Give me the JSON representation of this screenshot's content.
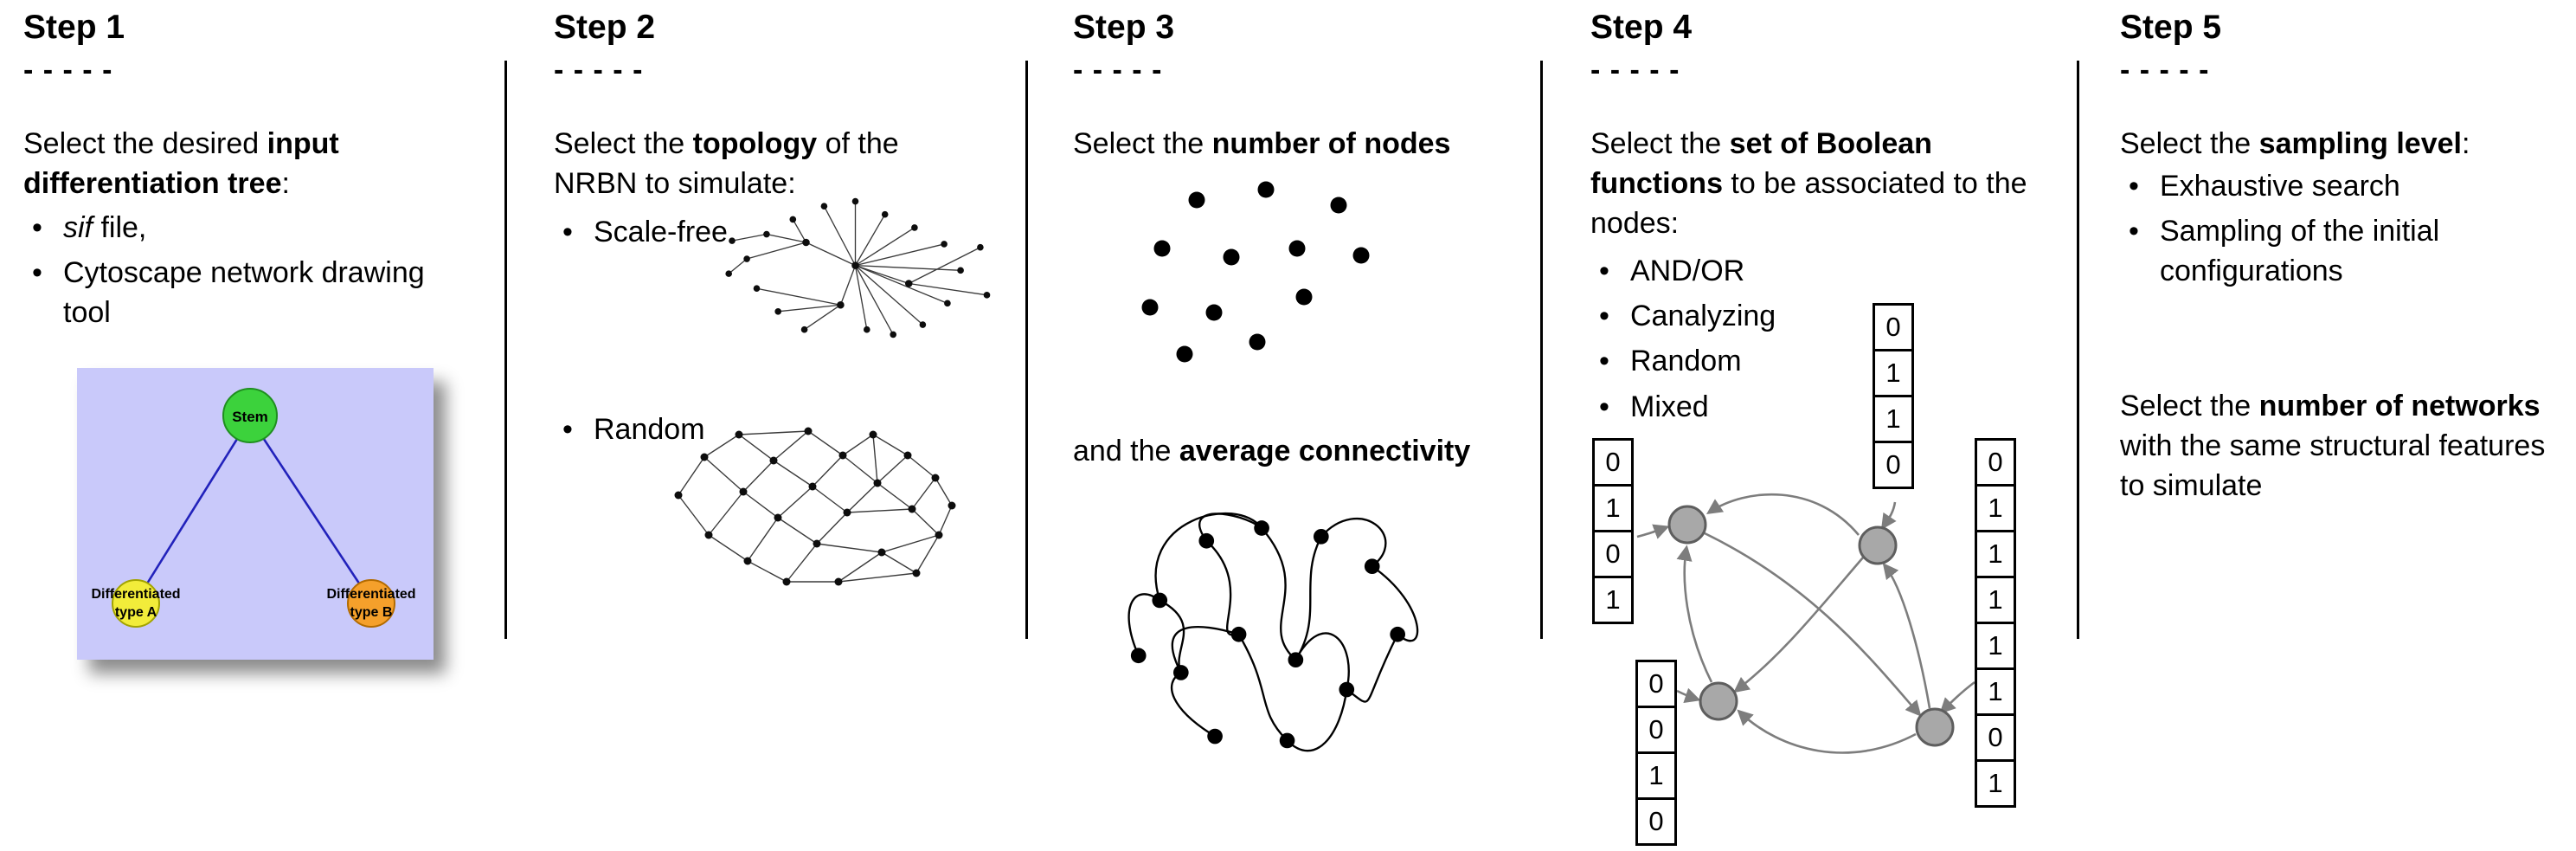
{
  "figure": {
    "steps": [
      {
        "title": "Step 1",
        "dashes": "- - - - -",
        "intro": [
          {
            "t": "Select the desired "
          },
          {
            "t": "input differentiation tree",
            "b": true
          },
          {
            "t": ":"
          }
        ],
        "bullets": [
          [
            {
              "t": "sif",
              "i": true
            },
            {
              "t": " file,"
            }
          ],
          [
            {
              "t": "Cytoscape network drawing tool"
            }
          ]
        ],
        "tree": {
          "stem_label": "Stem",
          "type_a_line1": "Differentiated",
          "type_a_line2": "type A",
          "type_b_line1": "Differentiated",
          "type_b_line2": "type B",
          "colors": {
            "panel_background": "#c9c9fa",
            "stem_fill": "#3cd23c",
            "type_a_fill": "#f2ec3a",
            "type_b_fill": "#f5a02b",
            "edge_stroke": "#2222bb"
          }
        }
      },
      {
        "title": "Step 2",
        "dashes": "- - - - -",
        "intro": [
          {
            "t": "Select the "
          },
          {
            "t": "topology",
            "b": true
          },
          {
            "t": " of the NRBN to simulate:"
          }
        ],
        "bullets": [
          [
            {
              "t": "Scale-free"
            }
          ],
          [
            {
              "t": "Random"
            }
          ]
        ]
      },
      {
        "title": "Step 3",
        "dashes": "- - - - -",
        "intro": [
          {
            "t": "Select the "
          },
          {
            "t": "number of nodes",
            "b": true
          }
        ],
        "connectivity_caption": [
          {
            "t": "and the "
          },
          {
            "t": "average connectivity",
            "b": true
          }
        ]
      },
      {
        "title": "Step 4",
        "dashes": "- - - - -",
        "intro": [
          {
            "t": "Select the "
          },
          {
            "t": "set of Boolean functions",
            "b": true
          },
          {
            "t": " to be associated to the nodes:"
          }
        ],
        "bullets": [
          [
            {
              "t": "AND/OR"
            }
          ],
          [
            {
              "t": "Canalyzing"
            }
          ],
          [
            {
              "t": "Random"
            }
          ],
          [
            {
              "t": "Mixed"
            }
          ]
        ],
        "boolean_tables": {
          "top": [
            "0",
            "1",
            "1",
            "0"
          ],
          "left": [
            "0",
            "1",
            "0",
            "1"
          ],
          "bottom_left": [
            "0",
            "0",
            "1",
            "0"
          ],
          "right": [
            "0",
            "1",
            "1",
            "1",
            "1",
            "1",
            "0",
            "1"
          ]
        }
      },
      {
        "title": "Step 5",
        "dashes": "- - - - -",
        "intro": [
          {
            "t": "Select the "
          },
          {
            "t": "sampling level",
            "b": true
          },
          {
            "t": ":"
          }
        ],
        "bullets": [
          [
            {
              "t": "Exhaustive search"
            }
          ],
          [
            {
              "t": "Sampling of the initial configurations"
            }
          ]
        ],
        "networks_note": [
          {
            "t": "Select the "
          },
          {
            "t": "number of networks",
            "b": true
          },
          {
            "t": " with the same structural features to simulate"
          }
        ]
      }
    ]
  }
}
